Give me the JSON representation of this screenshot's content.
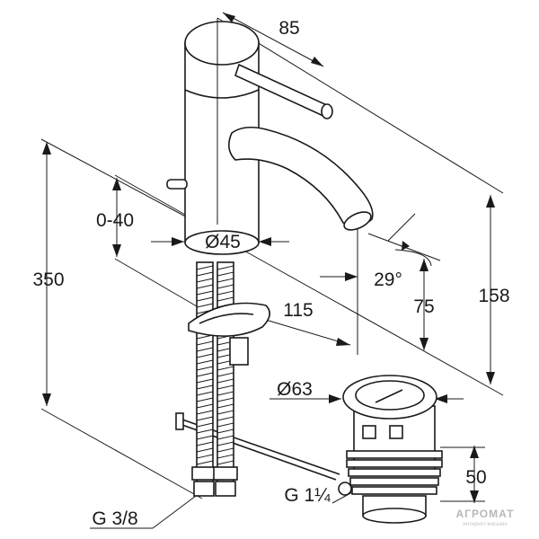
{
  "dimensions": {
    "top_width": "85",
    "lever_range": "0-40",
    "body_diameter": "Ø45",
    "total_height": "350",
    "angle": "29°",
    "reach": "115",
    "spout_height": "75",
    "height": "158",
    "waste_diameter": "Ø63",
    "waste_height": "50",
    "inlet_thread": "G 3/8",
    "waste_thread": "G 1¼"
  },
  "watermark": {
    "main": "АГРОМАТ",
    "sub": "интернет-магазин"
  }
}
